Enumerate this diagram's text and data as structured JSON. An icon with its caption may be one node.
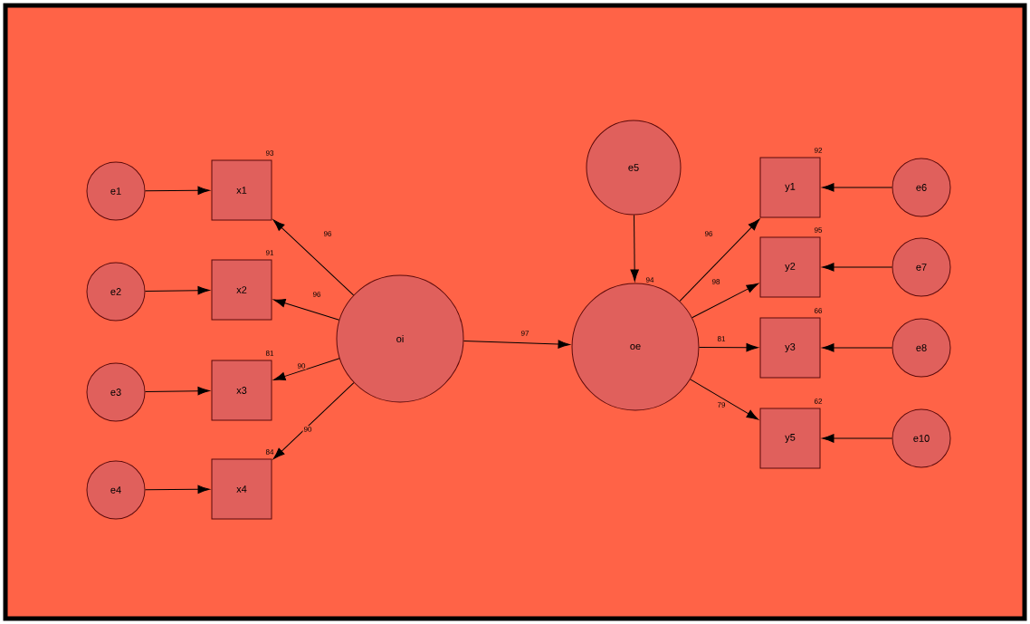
{
  "diagram": {
    "nodes": [
      {
        "text": [
          "e1"
        ]
      },
      {
        "text": [
          "x1"
        ],
        "beside": [
          "93"
        ]
      },
      {
        "text": [
          "e2"
        ]
      },
      {
        "text": [
          "x2"
        ],
        "beside": [
          "91"
        ]
      },
      {
        "text": [
          "e3"
        ]
      },
      {
        "text": [
          "x3"
        ],
        "beside": [
          "81"
        ]
      },
      {
        "text": [
          "e4"
        ]
      },
      {
        "text": [
          "x4"
        ],
        "beside": [
          "84"
        ]
      },
      {
        "text": [
          "oi"
        ]
      },
      {
        "text": [
          "e5"
        ]
      },
      {
        "text": [
          "oe"
        ],
        "beside": [
          "94"
        ]
      },
      {
        "text": [
          "y1"
        ],
        "beside": [
          "92"
        ]
      },
      {
        "text": [
          "e6"
        ]
      },
      {
        "text": [
          "y2"
        ],
        "beside": [
          "95"
        ]
      },
      {
        "text": [
          "e7"
        ]
      },
      {
        "text": [
          "y3"
        ],
        "beside": [
          "66"
        ]
      },
      {
        "text": [
          "e8"
        ]
      },
      {
        "text": [
          "y5"
        ],
        "beside": [
          "62"
        ]
      },
      {
        "text": [
          "e10"
        ]
      }
    ],
    "edges": [
      {
        "from": 0,
        "to": 1,
        "arrow": "to"
      },
      {
        "from": 2,
        "to": 3,
        "arrow": "to"
      },
      {
        "from": 4,
        "to": 5,
        "arrow": "to"
      },
      {
        "from": 6,
        "to": 7,
        "arrow": "to"
      },
      {
        "from": 8,
        "to": 1,
        "arrow": "to",
        "label": "96"
      },
      {
        "from": 8,
        "to": 3,
        "arrow": "to",
        "label": "96"
      },
      {
        "from": 8,
        "to": 5,
        "arrow": "to",
        "label": "90"
      },
      {
        "from": 8,
        "to": 7,
        "arrow": "to",
        "label": "90"
      },
      {
        "from": 8,
        "to": 10,
        "arrow": "to",
        "label": "97"
      },
      {
        "from": 9,
        "to": 10,
        "arrow": "to"
      },
      {
        "from": 10,
        "to": 11,
        "arrow": "to",
        "label": "96"
      },
      {
        "from": 10,
        "to": 13,
        "arrow": "to",
        "label": "98"
      },
      {
        "from": 10,
        "to": 15,
        "arrow": "to",
        "label": "81"
      },
      {
        "from": 10,
        "to": 17,
        "arrow": "to",
        "label": "79"
      },
      {
        "from": 12,
        "to": 11,
        "arrow": "to"
      },
      {
        "from": 14,
        "to": 13,
        "arrow": "to"
      },
      {
        "from": 16,
        "to": 15,
        "arrow": "to"
      },
      {
        "from": 18,
        "to": 17,
        "arrow": "to"
      }
    ]
  }
}
